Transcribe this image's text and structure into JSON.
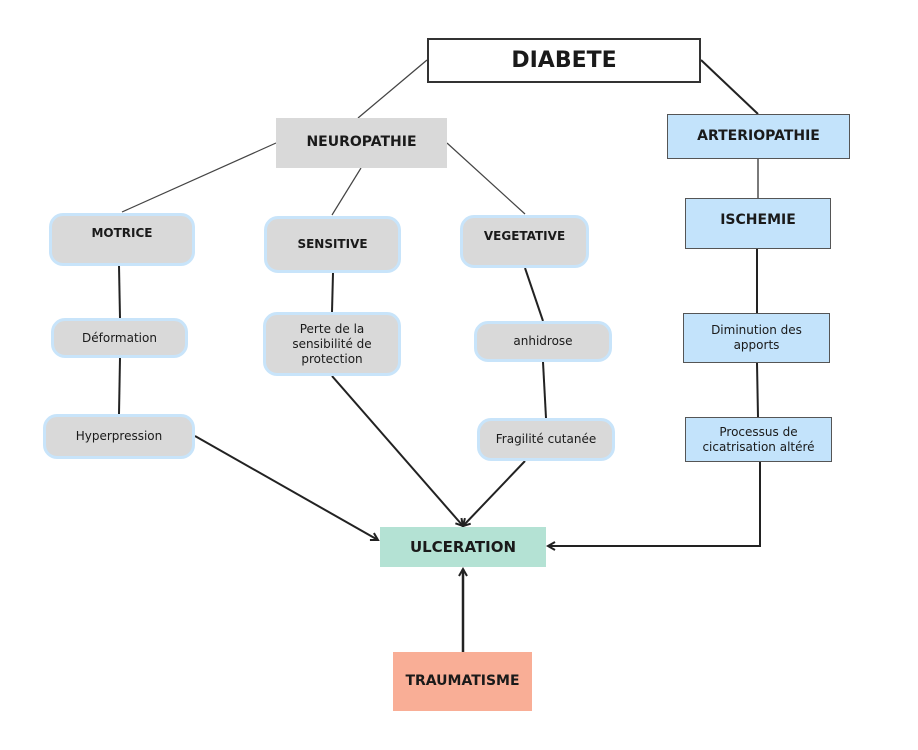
{
  "diagram": {
    "root": {
      "label": "DIABETE"
    },
    "neuropathie": {
      "label": "NEUROPATHIE"
    },
    "arteriopathie": {
      "label": "ARTERIOPATHIE"
    },
    "motrice": {
      "label": "MOTRICE"
    },
    "sensitive": {
      "label": "SENSITIVE"
    },
    "vegetative": {
      "label": "VEGETATIVE"
    },
    "ischemie": {
      "label": "ISCHEMIE"
    },
    "deformation": {
      "label": "Déformation"
    },
    "perte": {
      "label": "Perte de la sensibilité de protection"
    },
    "anhidrose": {
      "label": "anhidrose"
    },
    "diminution": {
      "label": "Diminution des apports"
    },
    "hyperpression": {
      "label": "Hyperpression"
    },
    "fragilite": {
      "label": "Fragilité cutanée"
    },
    "processus": {
      "label": "Processus de cicatrisation altéré"
    },
    "ulceration": {
      "label": "ULCERATION"
    },
    "traumatisme": {
      "label": "TRAUMATISME"
    }
  },
  "colors": {
    "neuro_fill": "#d9d9d9",
    "neuro_border": "#c8e4fa",
    "arterio_fill": "#c3e3fb",
    "ulceration_fill": "#b4e2d4",
    "traumatisme_fill": "#f9ae96",
    "line": "#222222"
  }
}
